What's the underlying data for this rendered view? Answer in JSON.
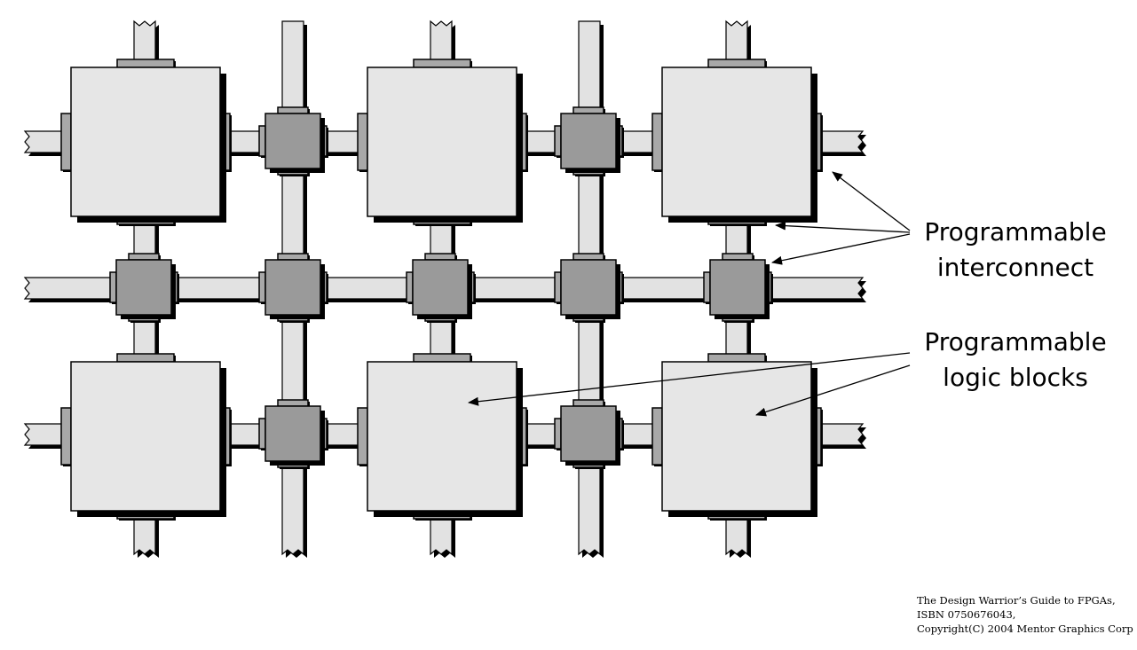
{
  "colors": {
    "logic_block_fill": "#e6e6e6",
    "switch_box_fill": "#9a9a9a",
    "connector_fill": "#a8a8a8",
    "routing_channel_fill": "#e2e2e2",
    "outline": "#000000",
    "shadow": "#000000",
    "background": "#ffffff"
  },
  "labels": {
    "interconnect": {
      "line1": "Programmable",
      "line2": "interconnect"
    },
    "logic_blocks": {
      "line1": "Programmable",
      "line2": "logic blocks"
    }
  },
  "credit": {
    "line1": "The Design Warrior’s Guide to FPGAs,",
    "line2": "ISBN 0750676043,",
    "line3": "Copyright(C) 2004 Mentor Graphics Corp"
  },
  "grid": {
    "logic_block_rows": 2,
    "logic_block_columns": 3
  }
}
